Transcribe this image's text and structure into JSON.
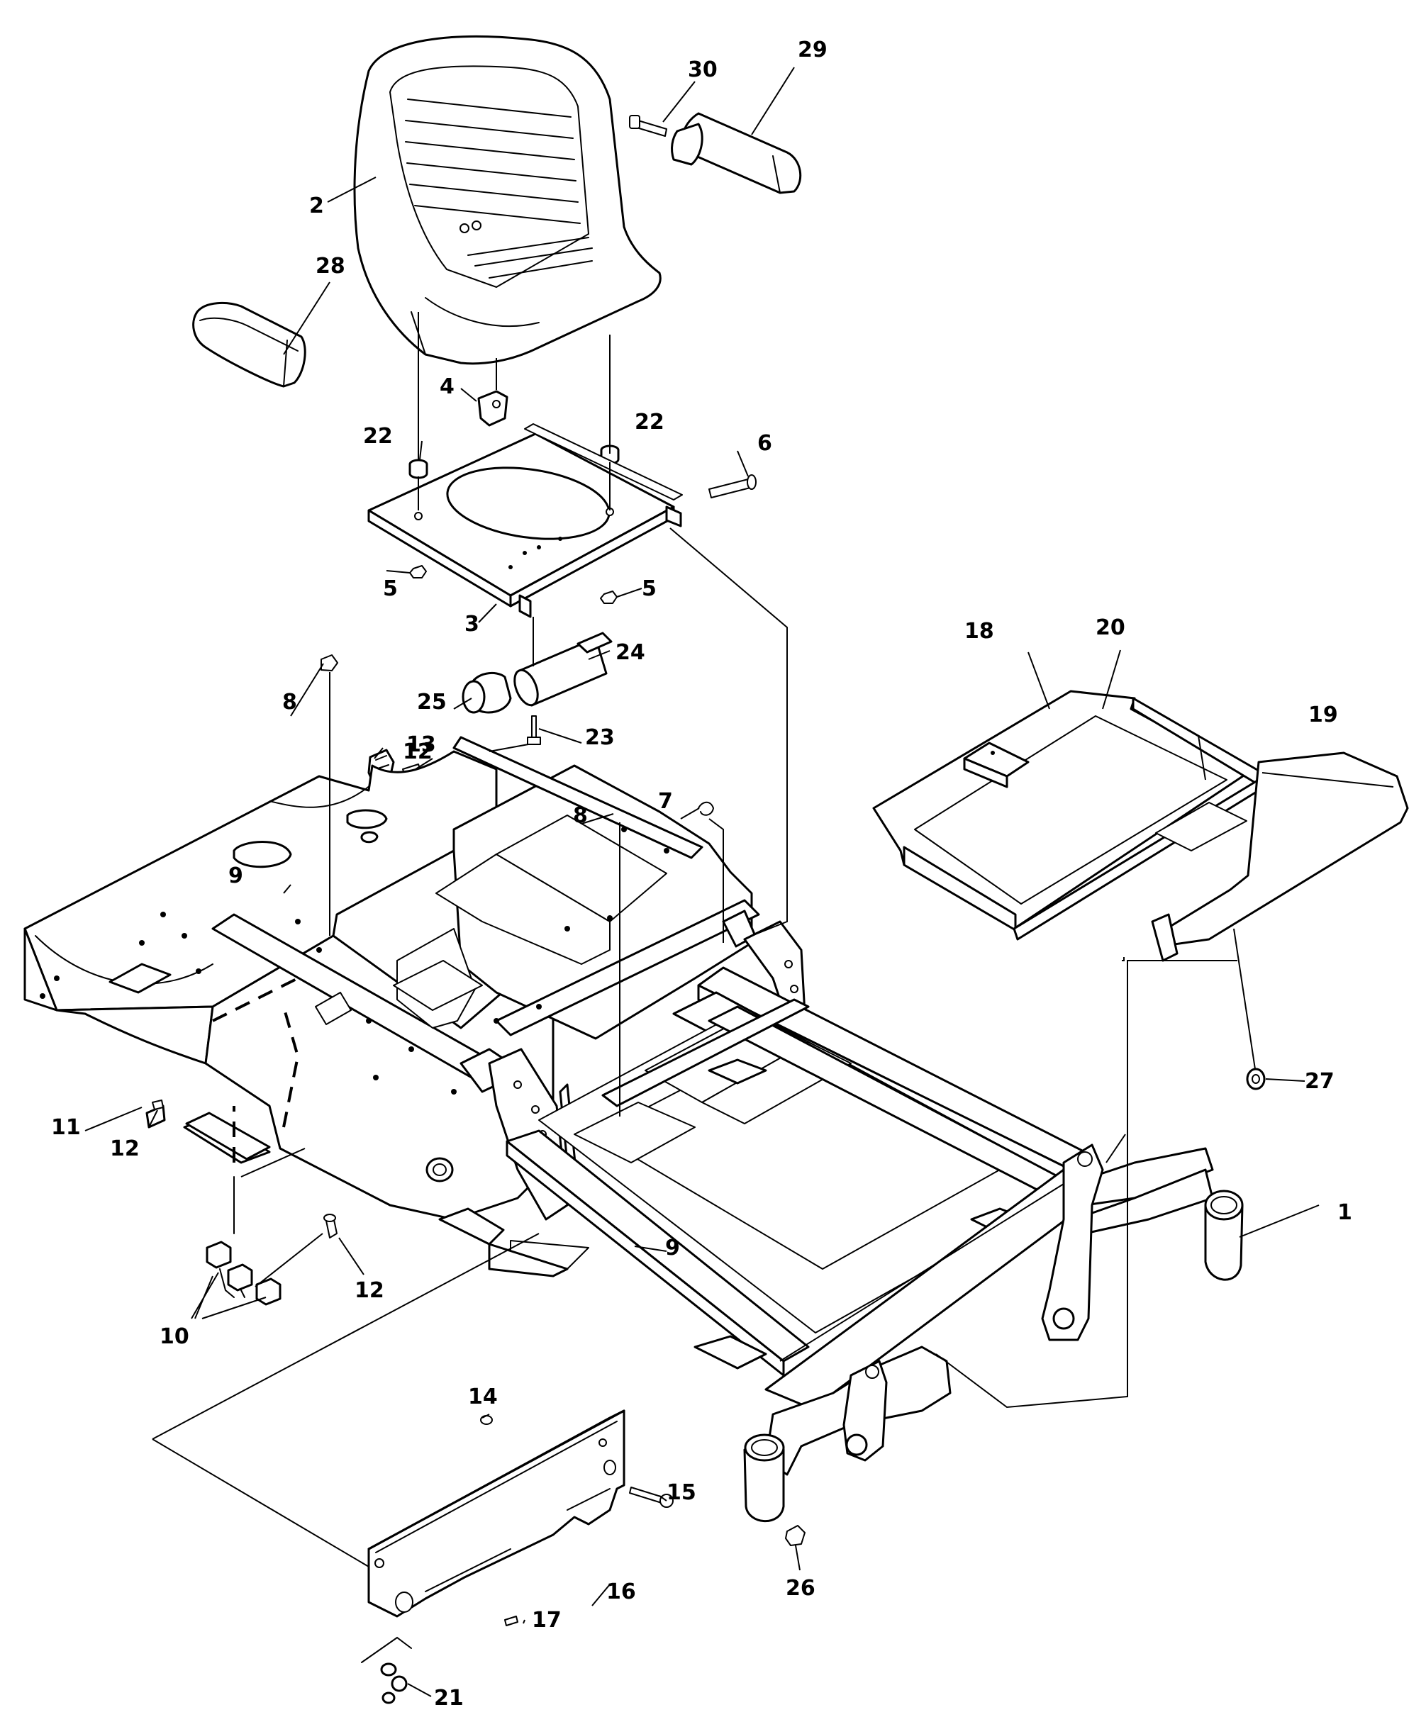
{
  "callouts": {
    "c1": "1",
    "c2": "2",
    "c3": "3",
    "c4": "4",
    "c5a": "5",
    "c5b": "5",
    "c6": "6",
    "c7": "7",
    "c8a": "8",
    "c8b": "8",
    "c9a": "9",
    "c9b": "9",
    "c10": "10",
    "c11": "11",
    "c12a": "12",
    "c12b": "12",
    "c12c": "12",
    "c13": "13",
    "c14": "14",
    "c15": "15",
    "c16": "16",
    "c17": "17",
    "c18": "18",
    "c19": "19",
    "c20": "20",
    "c21": "21",
    "c22a": "22",
    "c22b": "22",
    "c23": "23",
    "c24": "24",
    "c25": "25",
    "c26": "26",
    "c27": "27",
    "c28": "28",
    "c29": "29",
    "c30": "30"
  }
}
